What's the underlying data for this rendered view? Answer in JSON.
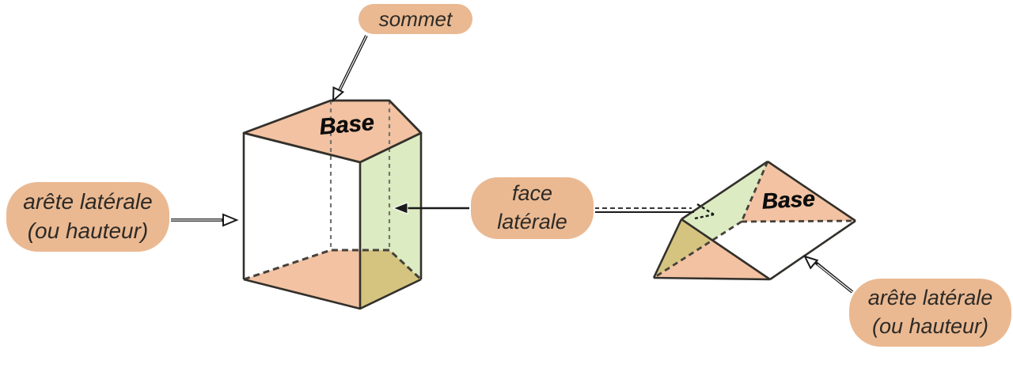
{
  "figure": {
    "description_language": "fr",
    "colors": {
      "base_face_peach": "#f2c2a2",
      "lateral_face_green": "#dcebc2",
      "hidden_overlap_khaki": "#d5c47f",
      "label_pill": "#eab992",
      "edge_stroke": "#33302b",
      "label_text": "#2d2a26"
    }
  },
  "labels": {
    "sommet": "sommet",
    "base_left": "Base",
    "base_right": "Base",
    "edge_left": [
      "arête latérale",
      "(ou hauteur)"
    ],
    "face": [
      "face",
      "latérale"
    ],
    "edge_right": [
      "arête latérale",
      "(ou hauteur)"
    ]
  }
}
